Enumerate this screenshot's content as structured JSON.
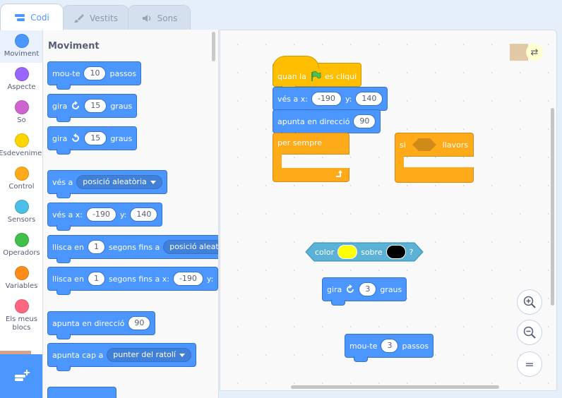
{
  "tabs": [
    {
      "label": "Codi",
      "icon": "code-icon",
      "active": true
    },
    {
      "label": "Vestits",
      "icon": "brush-icon",
      "active": false
    },
    {
      "label": "Sons",
      "icon": "speaker-icon",
      "active": false
    }
  ],
  "categories": [
    {
      "label": "Moviment",
      "color": "#4c97ff",
      "selected": true
    },
    {
      "label": "Aspecte",
      "color": "#9966ff"
    },
    {
      "label": "So",
      "color": "#cf63cf"
    },
    {
      "label": "Esdeveniments",
      "color": "#ffd500"
    },
    {
      "label": "Control",
      "color": "#ffab19"
    },
    {
      "label": "Sensors",
      "color": "#4cbfe6"
    },
    {
      "label": "Operadors",
      "color": "#40bf4a"
    },
    {
      "label": "Variables",
      "color": "#ff8c1a"
    },
    {
      "label": "Els meus blocs",
      "color": "#ff6680"
    }
  ],
  "palette": {
    "title": "Moviment",
    "move": {
      "text": "mou-te",
      "value": "10",
      "suffix": "passos"
    },
    "turn_right": {
      "text": "gira",
      "value": "15",
      "suffix": "graus"
    },
    "turn_left": {
      "text": "gira",
      "value": "15",
      "suffix": "graus"
    },
    "goto": {
      "text": "vés a",
      "option": "posició aleatòria"
    },
    "goto_xy": {
      "text": "vés a x:",
      "x": "-190",
      "ylabel": "y:",
      "y": "140"
    },
    "glide_to": {
      "text": "llisca en",
      "value": "1",
      "middle": "segons fins a",
      "option": "posició aleatòria"
    },
    "glide_xy": {
      "text": "llisca en",
      "value": "1",
      "middle": "segons fins a x:",
      "x": "-190",
      "ylabel": "y:"
    },
    "point_dir": {
      "text": "apunta en direcció",
      "value": "90"
    },
    "point_towards": {
      "text": "apunta cap a",
      "option": "punter del ratolí"
    }
  },
  "script": {
    "hat": {
      "text_before": "quan la",
      "text_after": "es cliqui"
    },
    "goto_xy": {
      "text": "vés a x:",
      "x": "-190",
      "ylabel": "y:",
      "y": "140"
    },
    "point_dir": {
      "text": "apunta en direcció",
      "value": "90"
    },
    "forever": {
      "text": "per sempre"
    }
  },
  "loose": {
    "if_block": {
      "text": "si",
      "then": "llavors"
    },
    "color_touch": {
      "text1": "color",
      "text2": "sobre",
      "q": "?",
      "color1": "#ffff00",
      "color2": "#000000"
    },
    "turn": {
      "text": "gira",
      "value": "3",
      "suffix": "graus"
    },
    "move": {
      "text": "mou-te",
      "value": "3",
      "suffix": "passos"
    }
  },
  "zoom": {
    "in": "+",
    "out": "−",
    "reset": "="
  }
}
